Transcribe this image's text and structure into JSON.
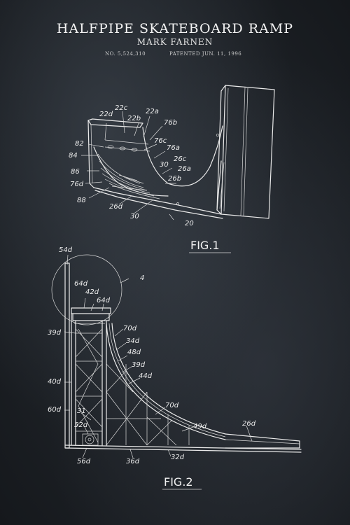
{
  "poster": {
    "title": "HALFPIPE SKATEBOARD RAMP",
    "inventor": "MARK FARNEN",
    "patent_number": "NO. 5,524,310",
    "patent_date": "PATENTED JUN. 11, 1996"
  },
  "figures": [
    {
      "label": "FIG.1",
      "refs": [
        "22c",
        "22d",
        "22b",
        "22a",
        "76b",
        "82",
        "76c",
        "84",
        "76a",
        "30",
        "26c",
        "86",
        "26a",
        "76d",
        "26b",
        "88",
        "26d",
        "30",
        "20"
      ]
    },
    {
      "label": "FIG.2",
      "refs": [
        "54d",
        "4",
        "64d",
        "42d",
        "64d",
        "39d",
        "70d",
        "34d",
        "48d",
        "39d",
        "44d",
        "40d",
        "70d",
        "60d",
        "31",
        "49d",
        "26d",
        "52d",
        "56d",
        "36d",
        "32d"
      ]
    }
  ]
}
